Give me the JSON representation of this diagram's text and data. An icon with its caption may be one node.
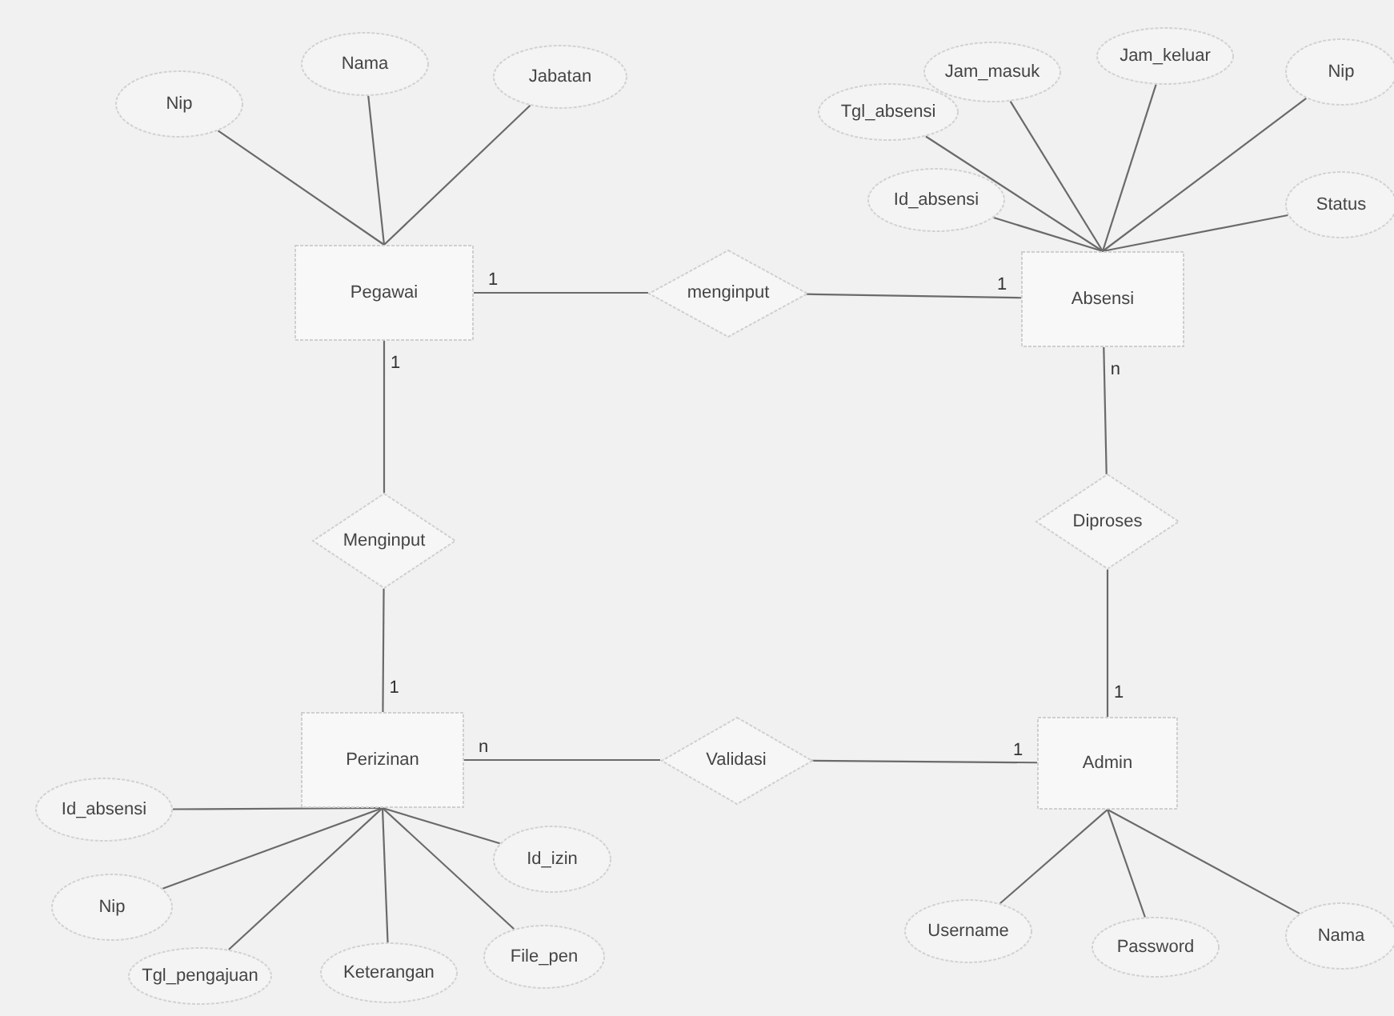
{
  "diagram": {
    "nodes": [
      {
        "text": [
          "Nama"
        ]
      },
      {
        "text": [
          "Jabatan"
        ]
      },
      {
        "text": [
          "Nip"
        ]
      },
      {
        "text": [
          "Jam_keluar"
        ]
      },
      {
        "text": [
          "Jam_masuk"
        ]
      },
      {
        "text": [
          "Nip"
        ]
      },
      {
        "text": [
          "Tgl_absensi"
        ]
      },
      {
        "text": [
          "Id_absensi"
        ]
      },
      {
        "text": [
          "Status"
        ]
      },
      {
        "text": [
          "Pegawai"
        ]
      },
      {
        "text": [
          "menginput"
        ]
      },
      {
        "text": [
          "Absensi"
        ]
      },
      {
        "text": [
          "Diproses"
        ]
      },
      {
        "text": [
          "Menginput"
        ]
      },
      {
        "text": [
          "Perizinan"
        ]
      },
      {
        "text": [
          "Validasi"
        ]
      },
      {
        "text": [
          "Admin"
        ]
      },
      {
        "text": [
          "Id_absensi"
        ]
      },
      {
        "text": [
          "Id_izin"
        ]
      },
      {
        "text": [
          "Nip"
        ]
      },
      {
        "text": [
          "Username"
        ]
      },
      {
        "text": [
          "Nama"
        ]
      },
      {
        "text": [
          "Password"
        ]
      },
      {
        "text": [
          "File_pen"
        ]
      },
      {
        "text": [
          "Keterangan"
        ]
      },
      {
        "text": [
          "Tgl_pengajuan"
        ]
      }
    ],
    "edges": [
      {
        "from": 2,
        "to": 9,
        "arrow": "none"
      },
      {
        "from": 0,
        "to": 9,
        "arrow": "none"
      },
      {
        "from": 1,
        "to": 9,
        "arrow": "none"
      },
      {
        "from": 6,
        "to": 11,
        "arrow": "none"
      },
      {
        "from": 4,
        "to": 11,
        "arrow": "none"
      },
      {
        "from": 3,
        "to": 11,
        "arrow": "none"
      },
      {
        "from": 5,
        "to": 11,
        "arrow": "none"
      },
      {
        "from": 7,
        "to": 11,
        "arrow": "none"
      },
      {
        "from": 8,
        "to": 11,
        "arrow": "none"
      },
      {
        "from": 9,
        "to": 10,
        "arrow": "none",
        "label": "1"
      },
      {
        "from": 10,
        "to": 11,
        "arrow": "none",
        "label": "1"
      },
      {
        "from": 9,
        "to": 13,
        "arrow": "none",
        "label": "1"
      },
      {
        "from": 13,
        "to": 14,
        "arrow": "none",
        "label": "1"
      },
      {
        "from": 11,
        "to": 12,
        "arrow": "none",
        "label": "n"
      },
      {
        "from": 12,
        "to": 16,
        "arrow": "none",
        "label": "1"
      },
      {
        "from": 14,
        "to": 15,
        "arrow": "none",
        "label": "n"
      },
      {
        "from": 15,
        "to": 16,
        "arrow": "none",
        "label": "1"
      },
      {
        "from": 17,
        "to": 14,
        "arrow": "none"
      },
      {
        "from": 19,
        "to": 14,
        "arrow": "none"
      },
      {
        "from": 25,
        "to": 14,
        "arrow": "none"
      },
      {
        "from": 24,
        "to": 14,
        "arrow": "none"
      },
      {
        "from": 23,
        "to": 14,
        "arrow": "none"
      },
      {
        "from": 18,
        "to": 14,
        "arrow": "none"
      },
      {
        "from": 20,
        "to": 16,
        "arrow": "none"
      },
      {
        "from": 22,
        "to": 16,
        "arrow": "none"
      },
      {
        "from": 21,
        "to": 16,
        "arrow": "none"
      }
    ]
  }
}
